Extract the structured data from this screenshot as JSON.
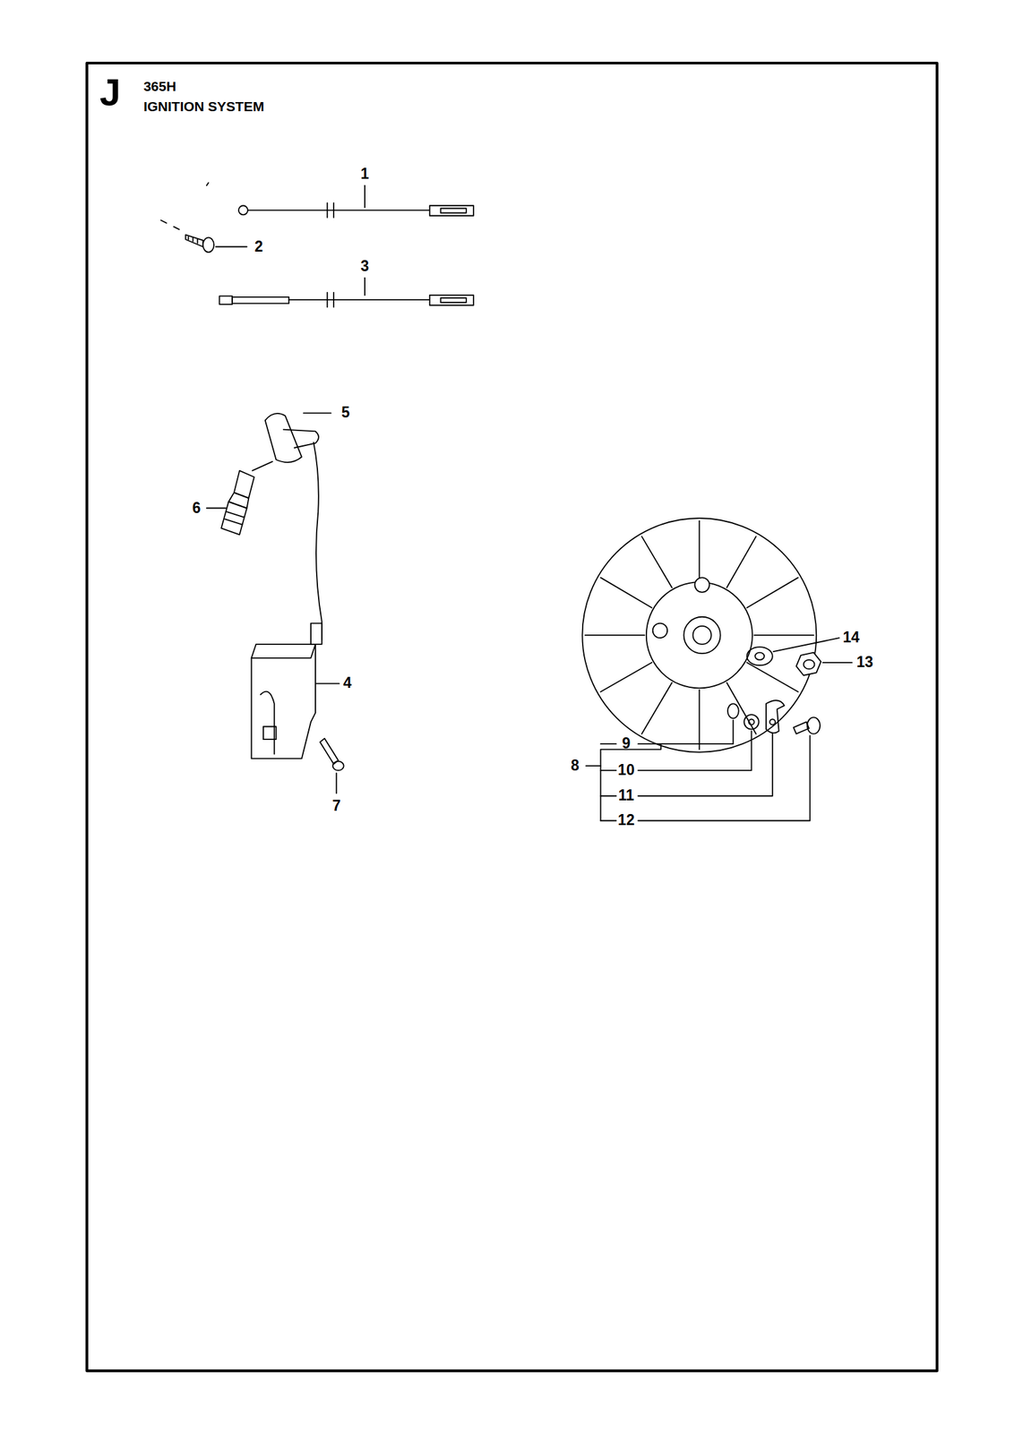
{
  "diagram": {
    "title": "IGNITION SYSTEM",
    "labels": [
      "J",
      "365H",
      "1",
      "2",
      "3",
      "5",
      "6",
      "4",
      "7",
      "14",
      "13",
      "8",
      "9",
      "10",
      "11",
      "12"
    ]
  }
}
